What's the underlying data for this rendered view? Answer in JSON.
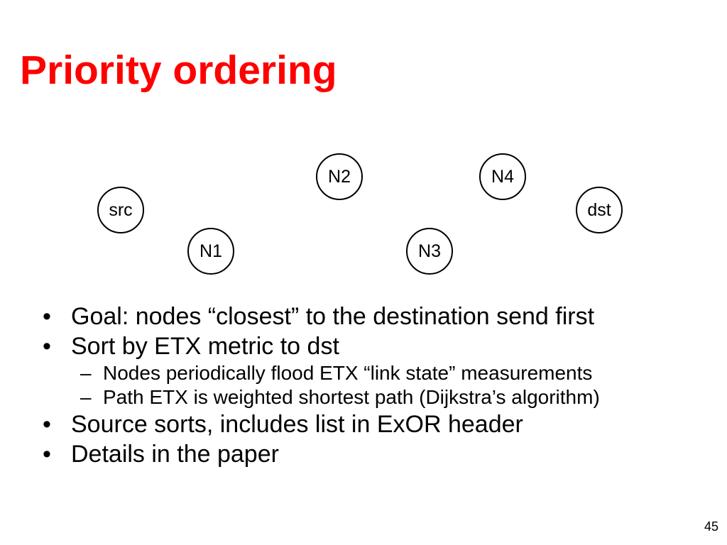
{
  "slide": {
    "title": "Priority ordering",
    "title_color": "#FF0000",
    "page_number": "45"
  },
  "diagram": {
    "nodes": {
      "src": "src",
      "n1": "N1",
      "n2": "N2",
      "n3": "N3",
      "n4": "N4",
      "dst": "dst"
    }
  },
  "bullets": [
    {
      "marker": "•",
      "text": "Goal: nodes “closest” to the destination send first"
    },
    {
      "marker": "•",
      "text": "Sort by ETX metric to dst",
      "sub": [
        {
          "marker": "–",
          "text": "Nodes periodically flood ETX “link state” measurements"
        },
        {
          "marker": "–",
          "text": "Path ETX is weighted shortest path (Dijkstra’s algorithm)"
        }
      ]
    },
    {
      "marker": "•",
      "text": "Source sorts, includes list in ExOR header"
    },
    {
      "marker": "•",
      "text": "Details in the paper"
    }
  ]
}
